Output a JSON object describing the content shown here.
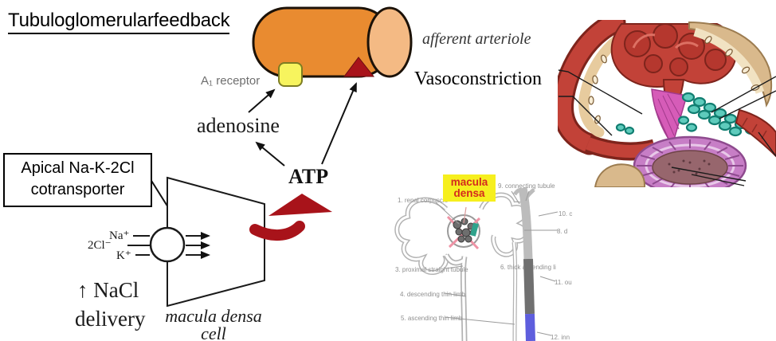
{
  "slide": {
    "title": "Tubuloglomerularfeedback"
  },
  "pathway": {
    "receptor_label": "A₁ receptor",
    "adenosine_label": "adenosine",
    "atp_label": "ATP",
    "afferent_arteriole_label": "afferent arteriole",
    "vasoconstriction_label": "Vasoconstriction",
    "transporter_box": {
      "line1": "Apical Na-K-2Cl",
      "line2": "cotransporter"
    },
    "ions": {
      "sodium": "Na⁺",
      "chloride": "2Cl⁻",
      "potassium": "K⁺"
    },
    "nacl": {
      "line1": "↑ NaCl",
      "line2": "delivery"
    },
    "cell_label": {
      "line1": "macula densa",
      "line2": "cell"
    }
  },
  "nephron_diagram": {
    "highlight": {
      "line1": "macula",
      "line2": "densa"
    },
    "labels": {
      "renal_corpuscle": "1. renal corpuscle",
      "connecting_tubule": "9. connecting tubule",
      "proximal_straight_tubule": "3. proximal straight tubule",
      "descending_thin_limb": "4. descending thin limb",
      "ascending_thin_limb": "5. ascending thin limb",
      "thick_ascending_limb": "6. thick ascending li",
      "cut_10": "10. c",
      "cut_8": "8. d",
      "cut_11": "11. ou",
      "cut_12": "12. inn"
    }
  },
  "colors": {
    "arteriole_body": "#e98b30",
    "arteriole_cap": "#f4ba84",
    "receptor_yellow": "#f7f45e",
    "signal_red": "#a8131a",
    "highlight_yellow": "#f6ef1e",
    "highlight_text_red": "#d42a1e",
    "duct_gray": "#bcbcbc",
    "duct_dark_gray": "#707070",
    "duct_blue": "#5e5edd"
  }
}
